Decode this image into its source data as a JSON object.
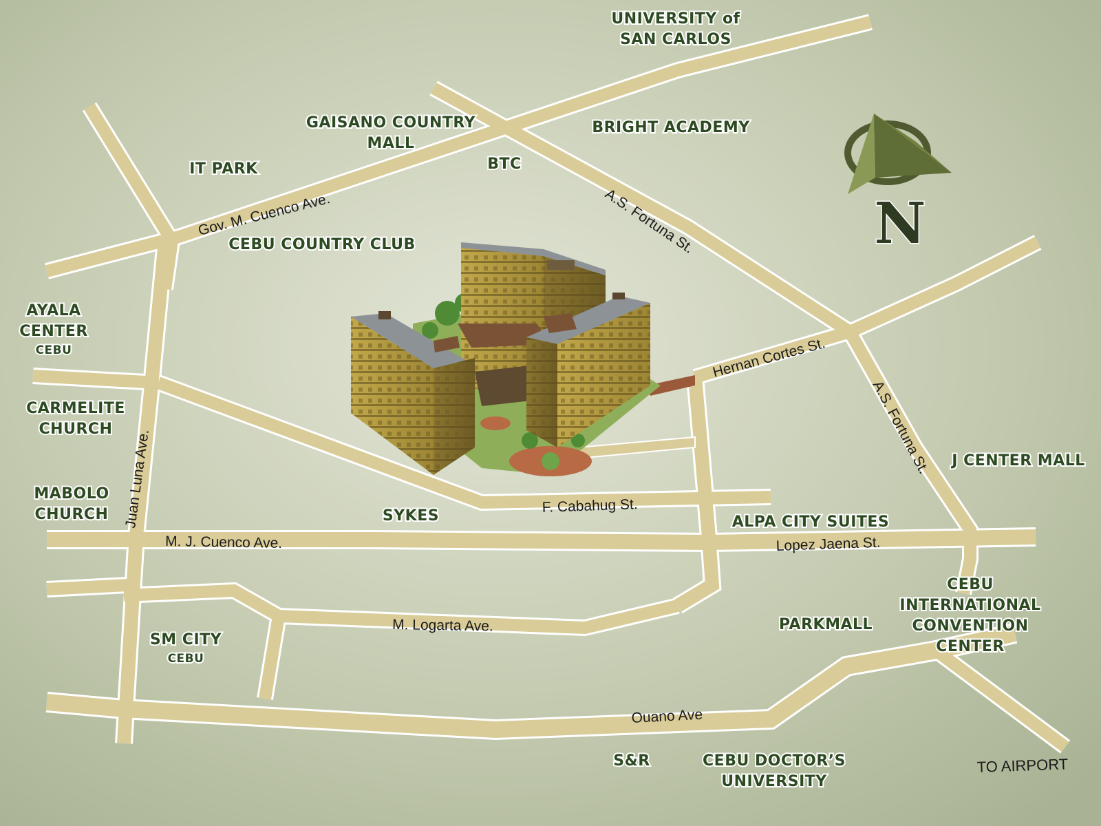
{
  "colors": {
    "background_center": "#dfe2d2",
    "background_edge": "#a9b394",
    "road": "#d9cc98",
    "road_edge": "#ffffff",
    "label_text": "#2d4a22",
    "building": "#b29a3e",
    "building_dark": "#7d6a2a",
    "compass": "#6f7d46"
  },
  "landmarks": [
    {
      "id": "university-of-san-carlos",
      "lines": [
        "UNIVERSITY of",
        "SAN CARLOS"
      ]
    },
    {
      "id": "gaisano-country-mall",
      "lines": [
        "GAISANO COUNTRY",
        "MALL"
      ]
    },
    {
      "id": "bright-academy",
      "lines": [
        "BRIGHT ACADEMY"
      ]
    },
    {
      "id": "btc",
      "lines": [
        "BTC"
      ]
    },
    {
      "id": "it-park",
      "lines": [
        "IT PARK"
      ]
    },
    {
      "id": "cebu-country-club",
      "lines": [
        "CEBU COUNTRY CLUB"
      ]
    },
    {
      "id": "ayala-center-cebu",
      "lines": [
        "AYALA",
        "CENTER"
      ],
      "sub": "CEBU"
    },
    {
      "id": "carmelite-church",
      "lines": [
        "CARMELITE",
        "CHURCH"
      ]
    },
    {
      "id": "mabolo-church",
      "lines": [
        "MABOLO",
        "CHURCH"
      ]
    },
    {
      "id": "sykes",
      "lines": [
        "SYKES"
      ]
    },
    {
      "id": "alpa-city-suites",
      "lines": [
        "ALPA CITY SUITES"
      ]
    },
    {
      "id": "j-center-mall",
      "lines": [
        "J CENTER MALL"
      ]
    },
    {
      "id": "sm-city-cebu",
      "lines": [
        "SM CITY"
      ],
      "sub": "CEBU"
    },
    {
      "id": "parkmall",
      "lines": [
        "PARKMALL"
      ]
    },
    {
      "id": "cebu-international-convention-center",
      "lines": [
        "CEBU",
        "INTERNATIONAL",
        "CONVENTION",
        "CENTER"
      ]
    },
    {
      "id": "s-and-r",
      "lines": [
        "S&R"
      ]
    },
    {
      "id": "cebu-doctors-university",
      "lines": [
        "CEBU DOCTOR’S",
        "UNIVERSITY"
      ]
    }
  ],
  "streets": {
    "gov_m_cuenco": "Gov. M. Cuenco Ave.",
    "as_fortuna_upper": "A.S. Fortuna St.",
    "as_fortuna_lower": "A.S. Fortuna St.",
    "hernan_cortes": "Hernan Cortes St.",
    "juan_luna": "Juan Luna Ave.",
    "f_cabahug": "F. Cabahug St.",
    "m_j_cuenco": "M. J. Cuenco Ave.",
    "lopez_jaena": "Lopez Jaena St.",
    "m_logarta": "M. Logarta Ave.",
    "ouano": "Ouano Ave"
  },
  "to_airport": "TO AIRPORT",
  "compass": {
    "icon": "north-arrow-icon",
    "letter": "N"
  }
}
